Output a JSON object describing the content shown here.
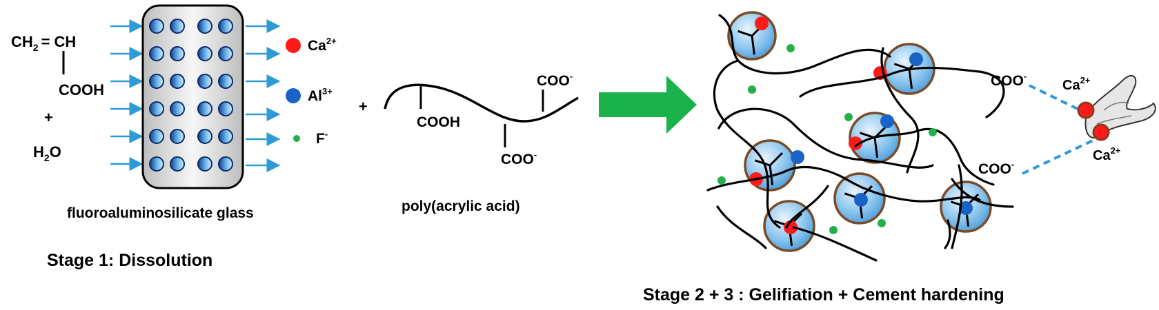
{
  "stage1": {
    "monomer": {
      "ch2": "CH",
      "ch2_sub": "2",
      "equals": "=",
      "ch": "CH",
      "cooh": "COOH"
    },
    "plus": "+",
    "water": {
      "h": "H",
      "sub": "2",
      "o": "O"
    },
    "glass_label": "fluoroaluminosilicate glass",
    "title": "Stage 1: Dissolution",
    "ions": [
      {
        "symbol": "Ca",
        "charge": "2+",
        "color": "#ff1a1a"
      },
      {
        "symbol": "Al",
        "charge": "3+",
        "color": "#1a63c6"
      },
      {
        "symbol": "F",
        "charge": "-",
        "color": "#22b04b"
      }
    ]
  },
  "paa": {
    "plus": "+",
    "label": "poly(acrylic acid)",
    "groups": {
      "cooh": "COOH",
      "coo_bottom": "COO",
      "coo_bottom_charge": "-",
      "coo_top": "COO",
      "coo_top_charge": "-"
    }
  },
  "stage23": {
    "title": "Stage 2 + 3 : Gelifiation + Cement hardening",
    "coo_top": "COO",
    "coo_top_charge": "-",
    "coo_bottom": "COO",
    "coo_bottom_charge": "-",
    "ca_top": "Ca",
    "ca_top_charge": "2+",
    "ca_bottom": "Ca",
    "ca_bottom_charge": "2+"
  },
  "colors": {
    "arrow_green": "#19b24b",
    "ion_arrow_blue": "#2e9ad6",
    "particle_blue": "#6fb3e4",
    "particle_rim": "#7a4a26",
    "ca_red": "#ff1a1a",
    "al_blue": "#1a63c6",
    "f_green": "#22b04b",
    "bond_dash": "#2e9ad6"
  }
}
